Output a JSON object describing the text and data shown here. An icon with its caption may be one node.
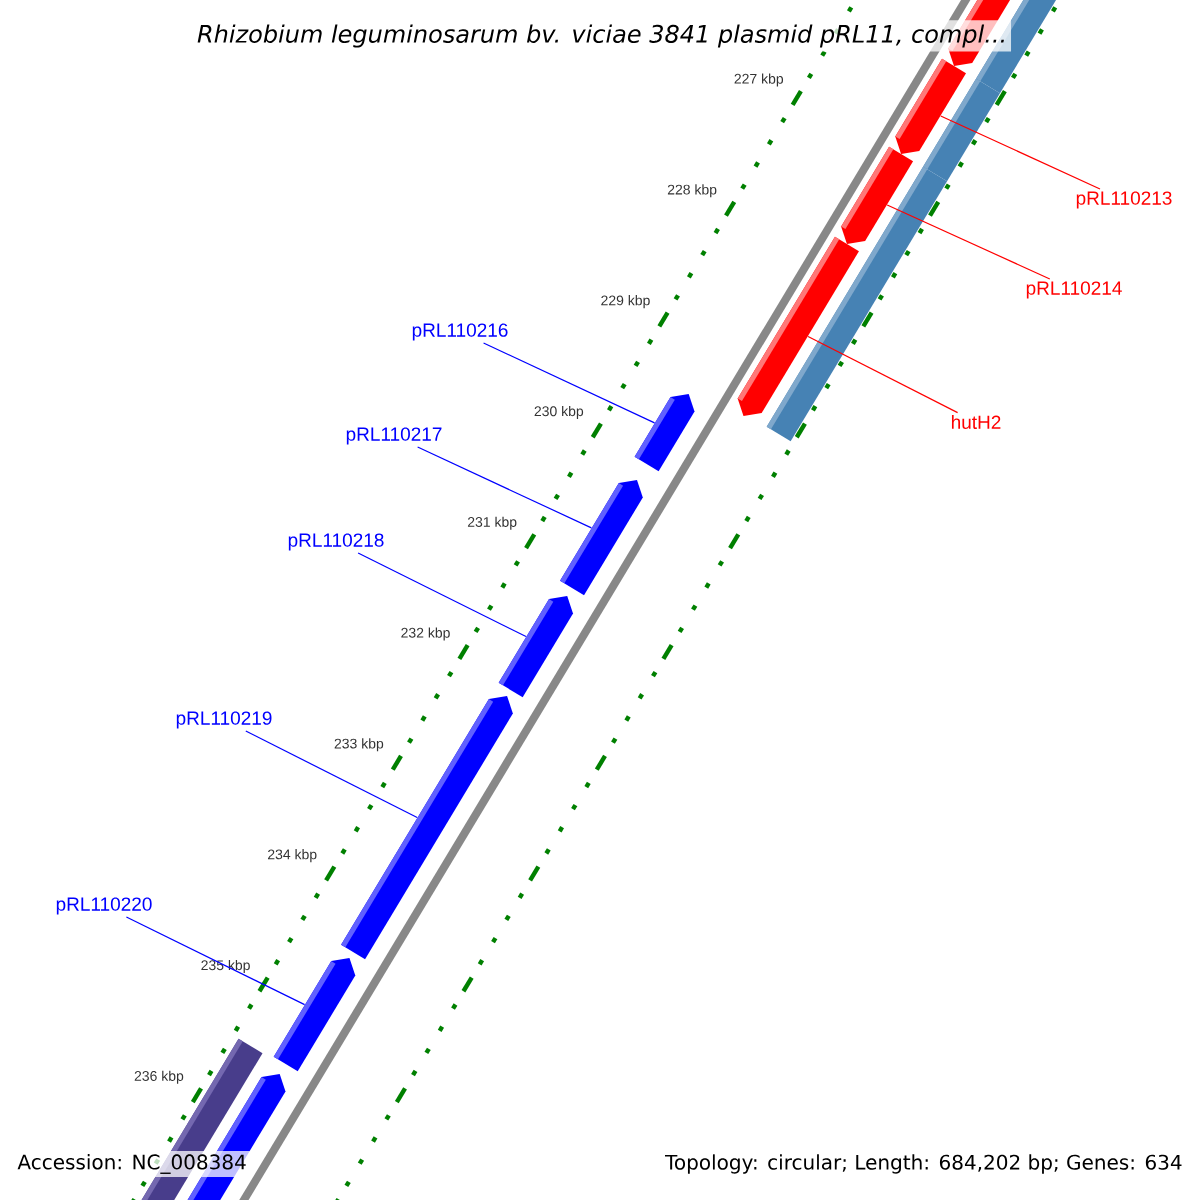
{
  "diagram": {
    "title": "Rhizobium leguminosarum bv. viciae 3841 plasmid pRL11, compl...",
    "nodes": [
      {
        "text": [
          "pRL110213"
        ]
      },
      {
        "text": [
          "pRL110214"
        ]
      },
      {
        "text": [
          "hutH2"
        ]
      },
      {
        "text": [
          "pRL110216"
        ]
      },
      {
        "text": [
          "pRL110217"
        ]
      },
      {
        "text": [
          "pRL110218"
        ]
      },
      {
        "text": [
          "pRL110219"
        ]
      },
      {
        "text": [
          "pRL110220"
        ]
      },
      {
        "text": [],
        "shape": "bar"
      },
      {
        "text": [],
        "shape": "bar"
      },
      {
        "text": [],
        "shape": "bar"
      },
      {
        "text": [],
        "shape": "bar"
      },
      {
        "text": [],
        "shape": "bar"
      },
      {
        "text": [],
        "shape": "bar"
      },
      {
        "text": [],
        "shape": "bar"
      },
      {
        "text": [],
        "shape": "bar"
      }
    ],
    "edges": [
      {
        "from": 0,
        "to": 8,
        "arrow": "none",
        "color": "#ff0000"
      },
      {
        "from": 1,
        "to": 9,
        "arrow": "none",
        "color": "#ff0000"
      },
      {
        "from": 2,
        "to": 10,
        "arrow": "none",
        "color": "#ff0000"
      },
      {
        "from": 3,
        "to": 11,
        "arrow": "none"
      },
      {
        "from": 4,
        "to": 12,
        "arrow": "none"
      },
      {
        "from": 5,
        "to": 13,
        "arrow": "none"
      },
      {
        "from": 6,
        "to": 14,
        "arrow": "none"
      },
      {
        "from": 7,
        "to": 15,
        "arrow": "none"
      }
    ],
    "labels": [
      "227 kbp",
      "228 kbp",
      "229 kbp",
      "230 kbp",
      "231 kbp",
      "232 kbp",
      "233 kbp",
      "234 kbp",
      "235 kbp",
      "236 kbp",
      "Accession: NC_008384",
      "Topology: circular; Length: 684,202 bp; Genes: 634"
    ]
  }
}
